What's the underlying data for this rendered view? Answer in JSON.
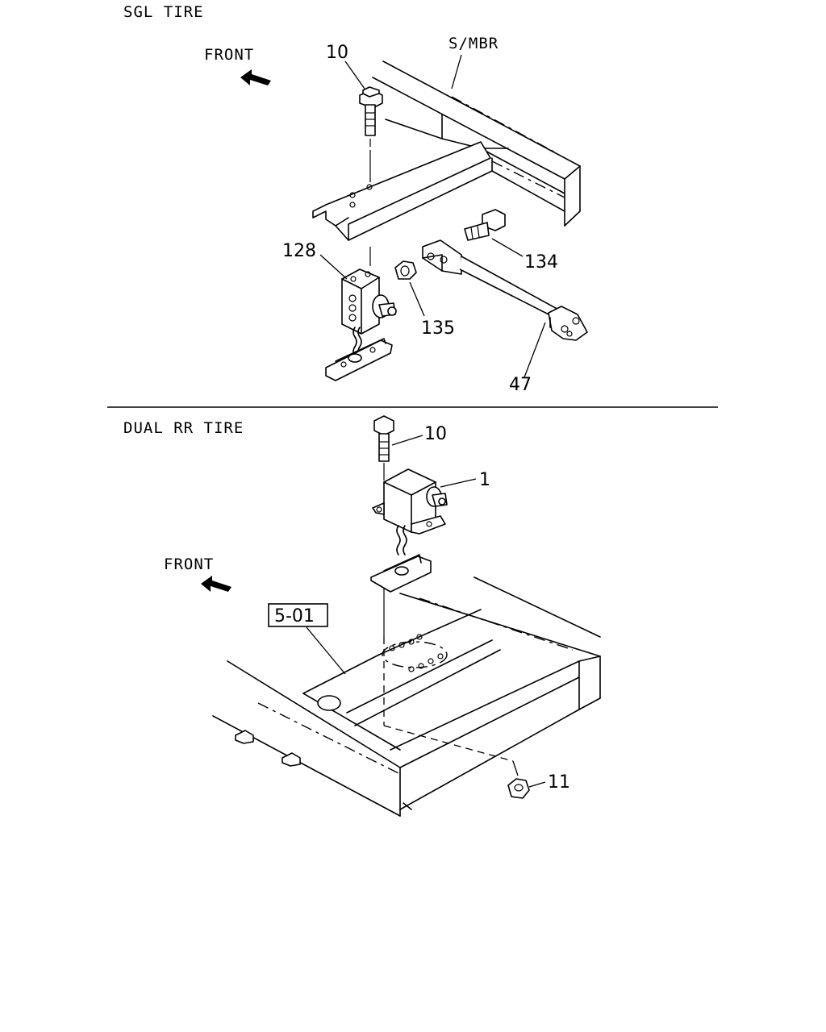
{
  "sections": {
    "top": {
      "title": "SGL TIRE",
      "front": "FRONT"
    },
    "bottom": {
      "title": "DUAL RR TIRE",
      "front": "FRONT"
    }
  },
  "callouts": {
    "top": {
      "bolt": "10",
      "side_member": "S/MBR",
      "holder": "128",
      "bolt_134": "134",
      "nut_135": "135",
      "bracket_47": "47"
    },
    "bottom": {
      "bolt": "10",
      "holder": "1",
      "ref_box": "5-01",
      "nut_11": "11"
    }
  }
}
